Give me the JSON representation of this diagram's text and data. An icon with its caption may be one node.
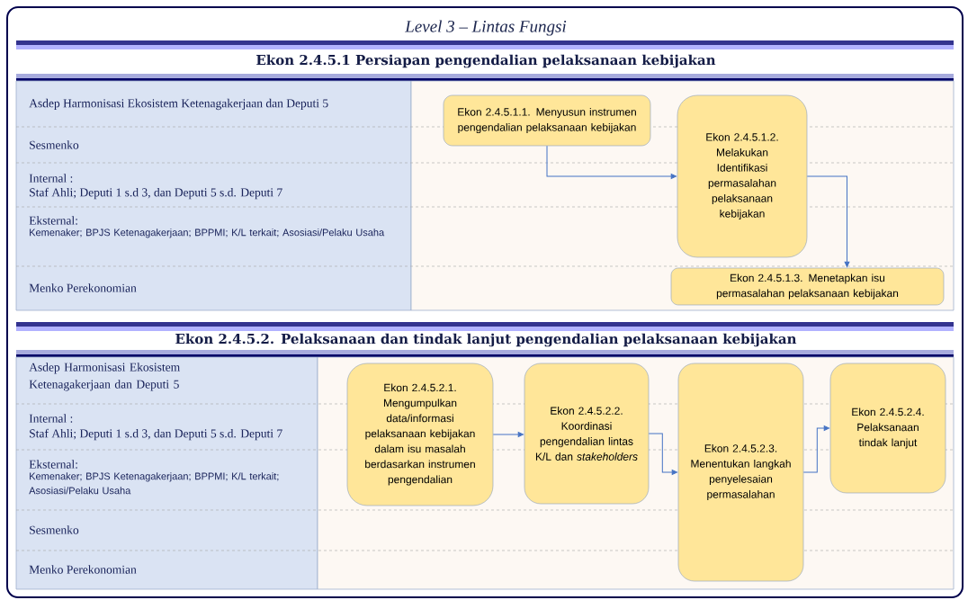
{
  "diagram": {
    "title": "Level 3 – Lintas Fungsi",
    "nodes": [
      {
        "text": [
          "Ekon 2.4.5.1.1. Menyusun instrumen pengendalian pelaksanaan kebijakan"
        ]
      },
      {
        "text": [
          "Ekon 2.4.5.1.2. Melakukan Identifikasi permasalahan pelaksanaan kebijakan"
        ]
      },
      {
        "text": [
          "Ekon 2.4.5.1.3. Menetapkan isu permasalahan pelaksanaan kebijakan"
        ]
      },
      {
        "text": [
          "Ekon 2.4.5.2.1. Mengumpulkan data/informasi pelaksanaan kebijakan dalam isu masalah berdasarkan instrumen pengendalian"
        ]
      },
      {
        "text": [
          "Ekon 2.4.5.2.2. Koordinasi pengendalian lintas K/L dan *stakeholders*"
        ]
      },
      {
        "text": [
          "Ekon 2.4.5.2.3. Menentukan langkah penyelesaian permasalahan"
        ]
      },
      {
        "text": [
          "Ekon 2.4.5.2.4. Pelaksanaan tindak lanjut"
        ]
      }
    ],
    "edges": [
      {
        "from": 0,
        "to": 1,
        "arrow": "to"
      },
      {
        "from": 1,
        "to": 2,
        "arrow": "to"
      },
      {
        "from": 3,
        "to": 4,
        "arrow": "to"
      },
      {
        "from": 4,
        "to": 5,
        "arrow": "to"
      },
      {
        "from": 5,
        "to": 6,
        "arrow": "to"
      }
    ],
    "labels": [
      "Ekon 2.4.5.1 Persiapan pengendalian pelaksanaan kebijakan",
      "Asdep Harmonisasi Ekosistem Ketenagakerjaan dan Deputi 5",
      "Sesmenko",
      "Internal :",
      "Staf Ahli; Deputi 1 s.d 3, dan Deputi 5 s.d. Deputi 7",
      "Eksternal:",
      "Kemenaker; BPJS Ketenagakerjaan; BPPMI; K/L terkait; Asosiasi/Pelaku Usaha",
      "Menko Perekonomian",
      "Ekon 2.4.5.2. Pelaksanaan dan tindak lanjut pengendalian pelaksanaan kebijakan",
      "Asdep Harmonisasi Ekosistem Ketenagakerjaan dan Deputi 5",
      "Internal :",
      "Staf Ahli; Deputi 1 s.d 3, dan Deputi 5 s.d. Deputi 7",
      "Eksternal:",
      "Kemenaker; BPJS Ketenagakerjaan; BPPMI; K/L terkait; Asosiasi/Pelaku Usaha",
      "Sesmenko",
      "Menko Perekonomian"
    ]
  }
}
